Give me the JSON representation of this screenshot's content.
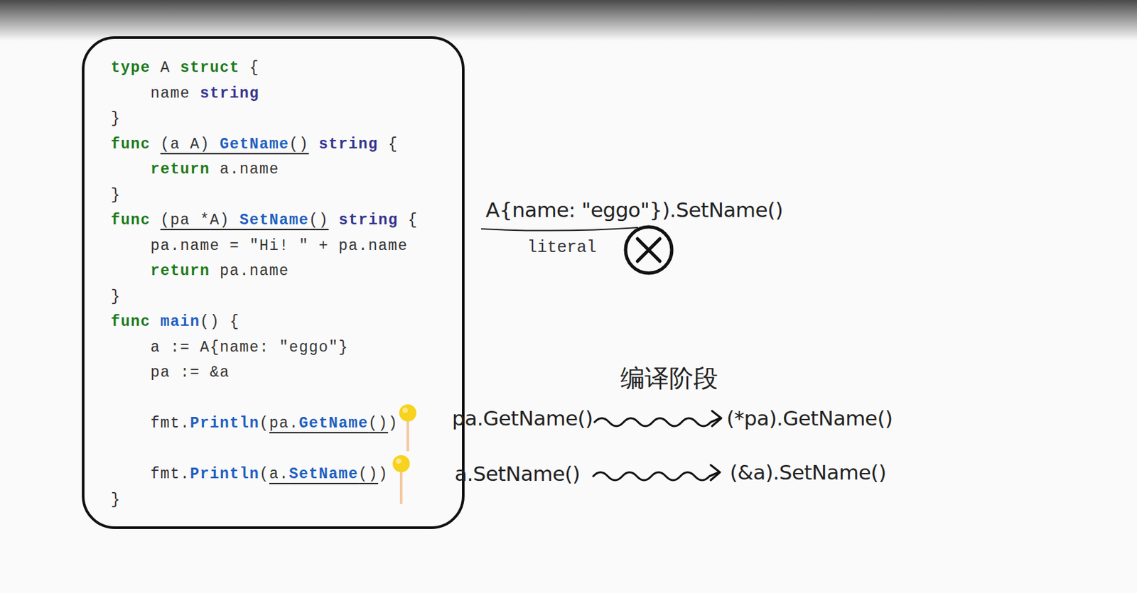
{
  "diagram": {
    "nodes": [
      {
        "text": [
          "type A struct {",
          "name string",
          "}",
          "func (a A) GetName() string {",
          "return a.name",
          "}",
          "func (pa *A) SetName() string {",
          "pa.name = \"Hi! \" + pa.name",
          "return pa.name",
          "}",
          "func main() {",
          "a := A{name: \"eggo\"}",
          "pa := &a",
          "fmt.Println(pa.GetName())",
          "fmt.Println(a.SetName())",
          "}"
        ]
      }
    ],
    "labels": [
      "A{name: \"eggo\"}).SetName()",
      "literal",
      "编译阶段",
      "pa.GetName()",
      "(*pa).GetName()",
      "a.SetName()",
      "(&a).SetName()"
    ]
  }
}
